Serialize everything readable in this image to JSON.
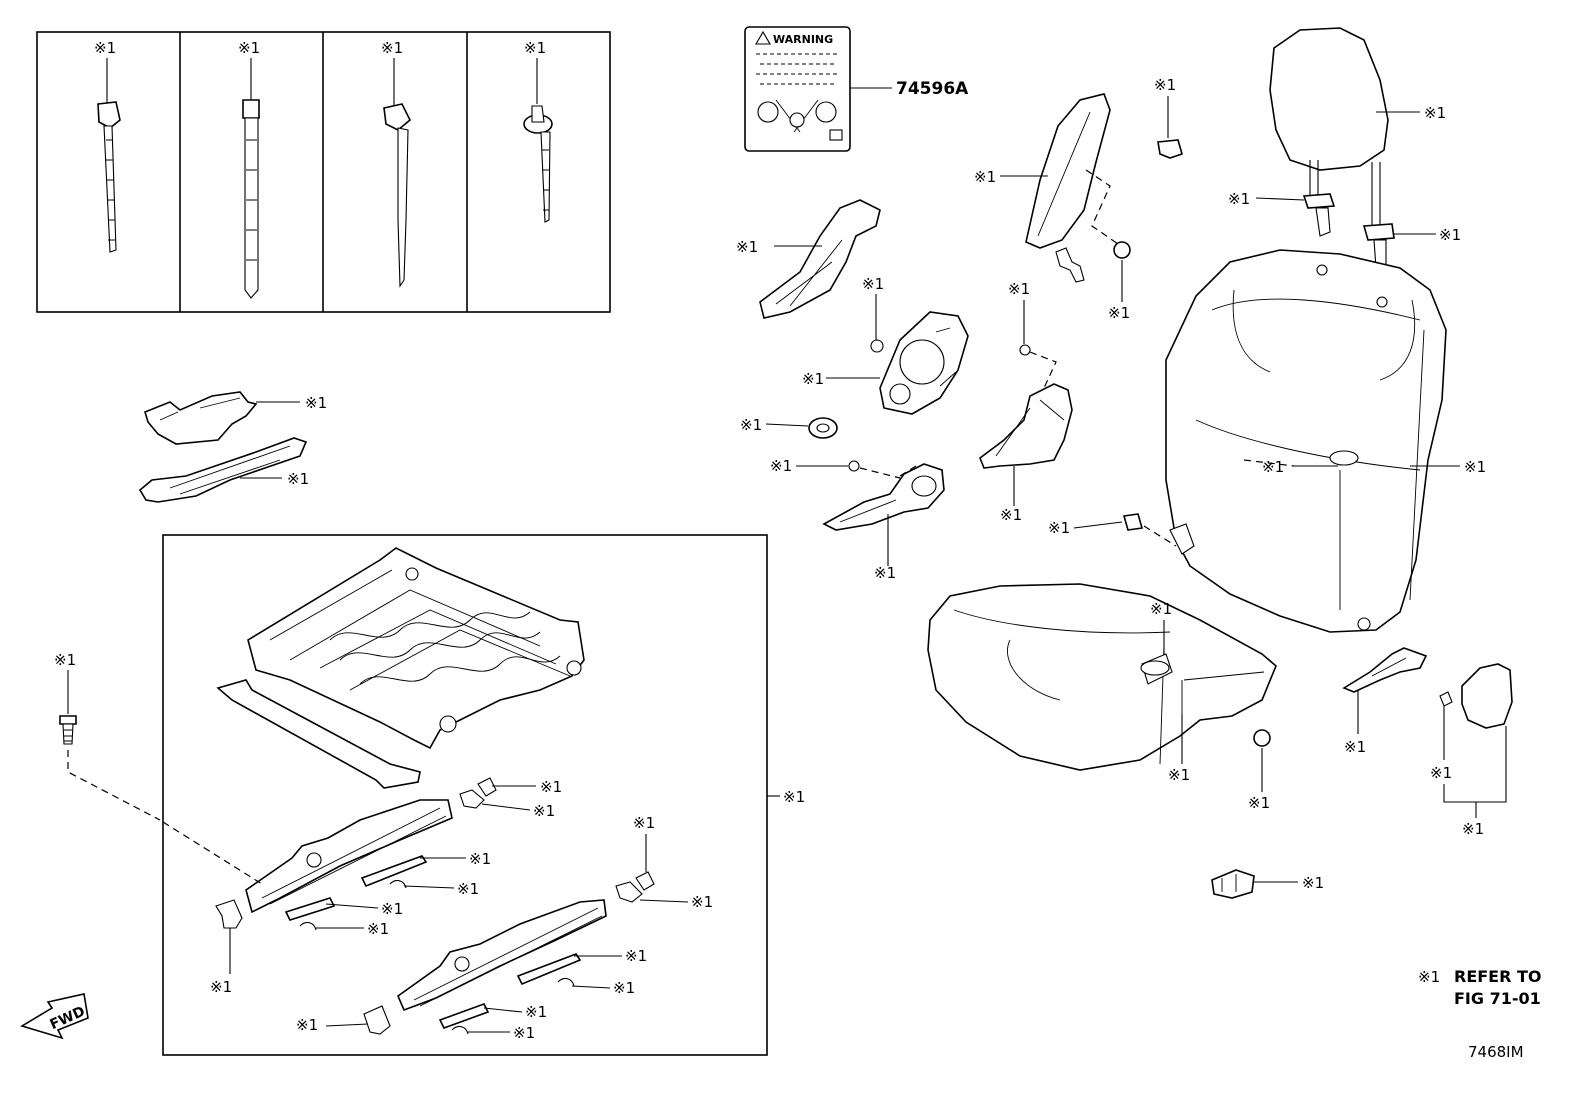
{
  "callout_label": "※1",
  "part_number": "74596A",
  "warning_label_heading": "WARNING",
  "fwd_arrow_text": "FWD",
  "note_prefix": "※1",
  "note_line1": "REFER TO",
  "note_line2": "FIG 71-01",
  "figure_number": "7468IM"
}
